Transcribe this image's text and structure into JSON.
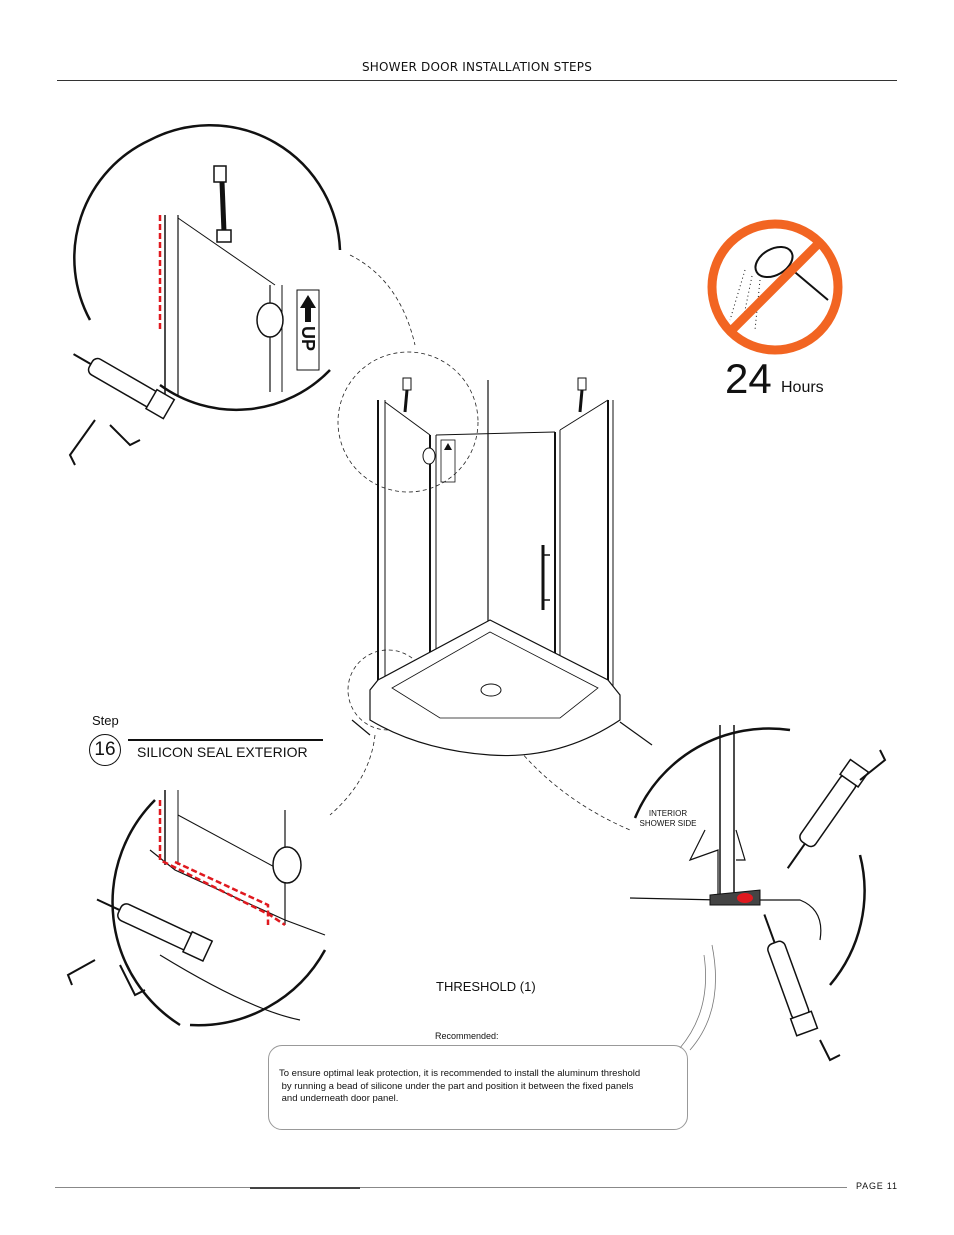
{
  "header": {
    "title": "SHOWER DOOR INSTALLATION STEPS"
  },
  "step": {
    "label": "Step",
    "number": "16",
    "title": "SILICON SEAL EXTERIOR"
  },
  "cure_time": {
    "value": "24",
    "unit": "Hours"
  },
  "figure": {
    "up_label": "UP",
    "interior_label_line1": "INTERIOR",
    "interior_label_line2": "SHOWER SIDE",
    "no_shower_icon": "no-shower-icon",
    "accent_color": "#f26522",
    "seal_color": "#e0191f"
  },
  "threshold": {
    "label": "THRESHOLD (1)"
  },
  "note": {
    "heading": "Recommended:",
    "lines": [
      "To ensure optimal leak protection, it is recommended to install the aluminum threshold",
      " by running a bead of silicone under the part and position it between the fixed panels",
      " and underneath door panel."
    ]
  },
  "footer": {
    "page": "PAGE 11"
  }
}
